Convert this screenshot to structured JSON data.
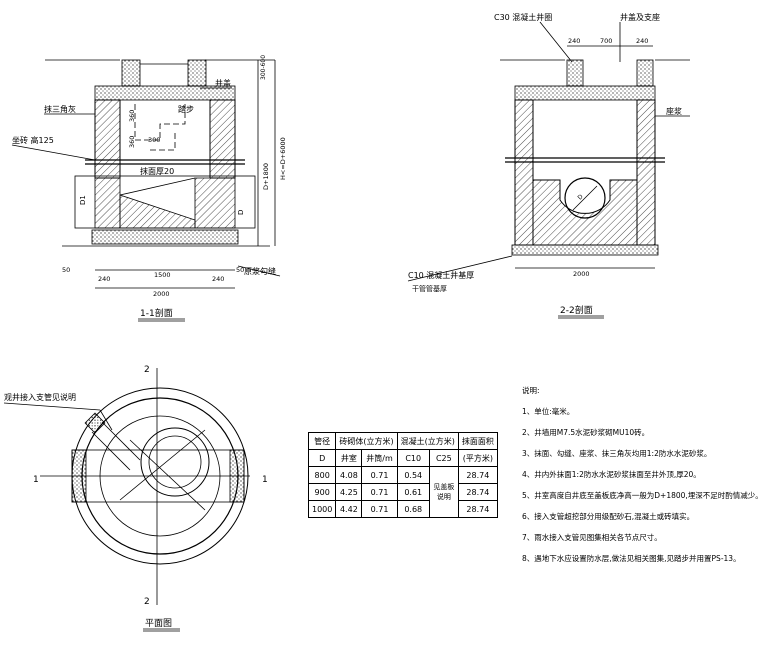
{
  "section_11": {
    "title": "1-1剖面",
    "labels": {
      "well_cover": "井盖",
      "fillet": "抹三角灰",
      "step": "踏步",
      "brick": "坐砖 高125",
      "plaster": "抹面厚20",
      "bedding": "原浆勾缝"
    },
    "dims": {
      "d240a": "240",
      "d1500": "1500",
      "d240b": "240",
      "d2000": "2000",
      "d50a": "50",
      "d50b": "50",
      "d360a": "360",
      "d360b": "360",
      "d300": "300",
      "d_d": "D",
      "d_d1": "D1",
      "d_depth": "D+1800",
      "d_h": "H<=D+6000",
      "d_300top": "300-600"
    }
  },
  "section_22": {
    "title": "2-2剖面",
    "labels": {
      "ring": "C30 混凝土井圈",
      "cover_seat": "井盖及支座",
      "plaster": "座浆",
      "base": "C10 混凝土井基厚",
      "base2": "干管管基厚"
    },
    "dims": {
      "d240": "240",
      "d700": "700",
      "d240b": "240",
      "d2000": "2000",
      "d_d": "D"
    }
  },
  "plan": {
    "title": "平面图",
    "branch_note": "观井接入支管见说明",
    "marks": {
      "one_left": "1",
      "one_right": "1",
      "two_top": "2",
      "two_bottom": "2"
    }
  },
  "table": {
    "headers": [
      "管径",
      "砖砌体(立方米)",
      "混凝土(立方米)",
      "抹面面积"
    ],
    "subheaders": [
      "D",
      "井室",
      "井筒/m",
      "C10",
      "C25",
      "(平方米)"
    ],
    "rows": [
      [
        "800",
        "4.08",
        "0.71",
        "0.54",
        "28.74"
      ],
      [
        "900",
        "4.25",
        "0.71",
        "0.61",
        "28.74"
      ],
      [
        "1000",
        "4.42",
        "0.71",
        "0.68",
        "28.74"
      ]
    ],
    "merged_c25": "见盖板说明"
  },
  "notes": {
    "title": "说明:",
    "items": [
      "1、单位:毫米。",
      "2、井墙用M7.5水泥砂浆砌MU10砖。",
      "3、抹面、勾缝、座浆、抹三角灰均用1:2防水水泥砂浆。",
      "4、井内外抹面1:2防水水泥砂浆抹面至井外顶,厚20。",
      "5、井室高度自井底至盖板底净高一般为D+1800,埋深不足时酌情减少。",
      "6、接入支管超挖部分用级配砂石,混凝土或砖填实。",
      "7、雨水接入支管见图集相关各节点尺寸。",
      "8、遇地下水应设置防水层,做法见相关图集,见踏步并用置PS-13。"
    ]
  }
}
